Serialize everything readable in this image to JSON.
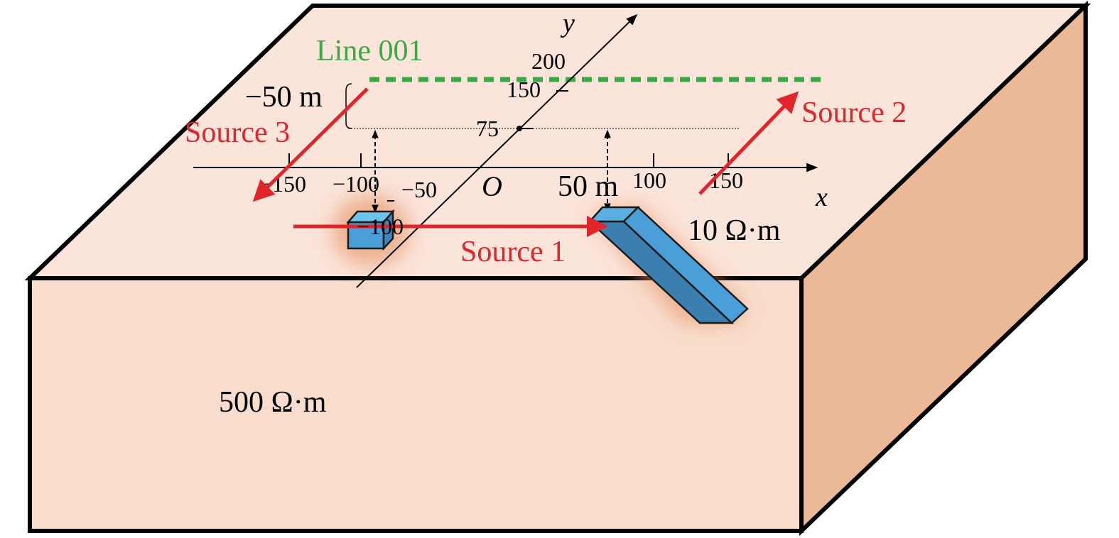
{
  "line_label": "Line 001",
  "y_axis_label": "y",
  "x_axis_label": "x",
  "origin_label": "O",
  "y_ticks": [
    "200",
    "150",
    "75",
    "−50",
    "−100"
  ],
  "x_ticks": [
    "−150",
    "−100",
    "100",
    "150"
  ],
  "offset_label": "−50 m",
  "distance_label": "50 m",
  "sources": [
    "Source 1",
    "Source 2",
    "Source 3"
  ],
  "anomaly_resistivity": "10 Ω·m",
  "background_resistivity": "500 Ω·m",
  "colors": {
    "source": "#e0262b",
    "line": "#3aaa48",
    "body": "#4a9fd8",
    "top": "#fbe4d9",
    "front": "#f8ddcc",
    "side": "#ebb898"
  }
}
